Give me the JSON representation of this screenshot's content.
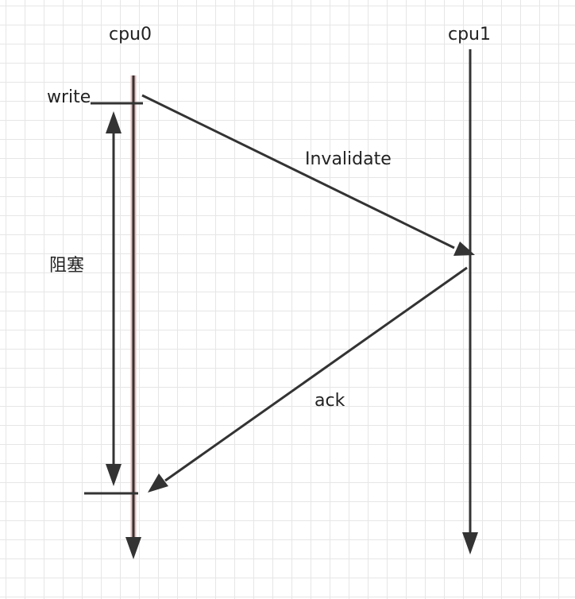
{
  "diagram": {
    "lanes": [
      {
        "name": "cpu0"
      },
      {
        "name": "cpu1"
      }
    ],
    "labels": {
      "write": "write",
      "invalidate": "Invalidate",
      "blocked": "阻塞",
      "ack": "ack"
    },
    "colors": {
      "line": "#333333",
      "cpu0_lane_glow": "#e8b9b9",
      "grid": "#e6e6e6"
    }
  }
}
